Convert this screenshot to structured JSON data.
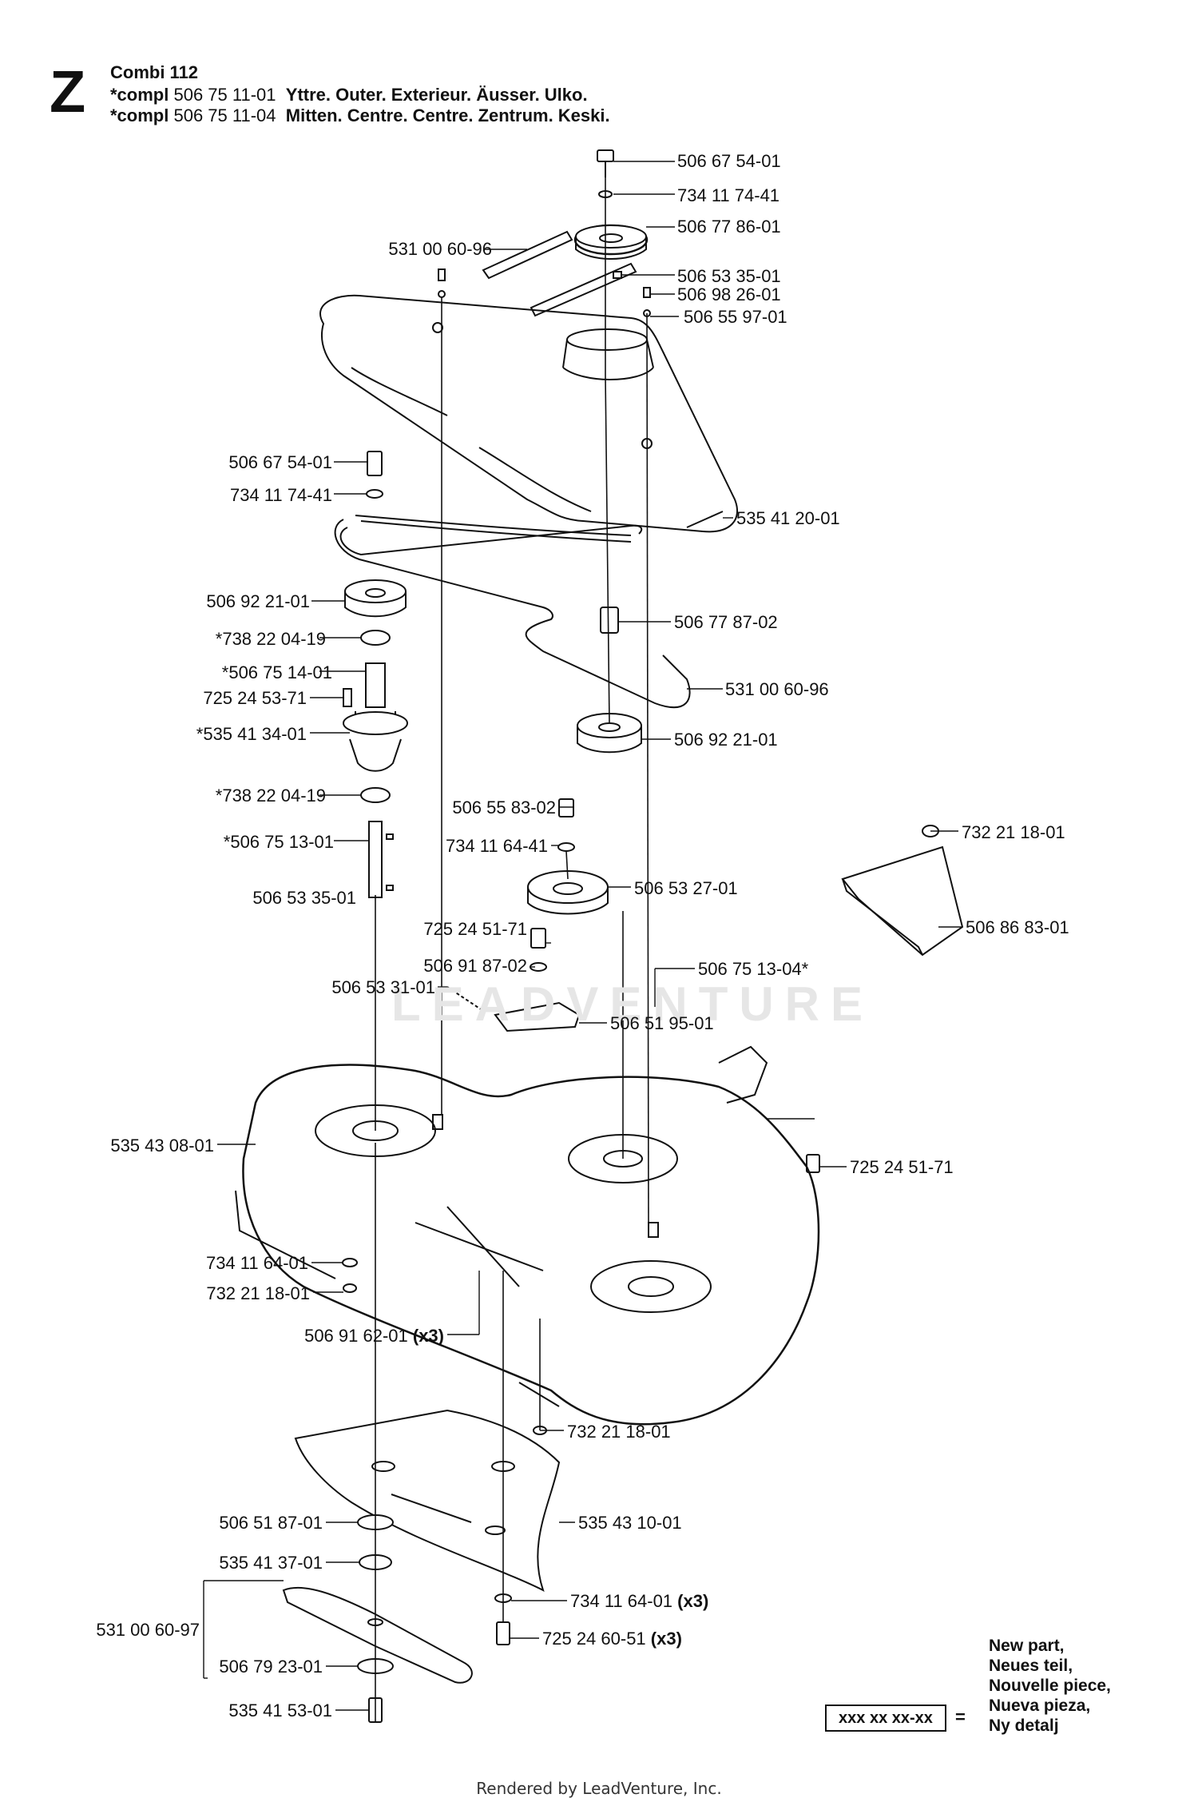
{
  "header": {
    "section": "Z",
    "model": "Combi 112",
    "lines": [
      {
        "prefix": "*compl",
        "part": "506 75 11-01",
        "desc": "Yttre. Outer. Exterieur. Äusser. Ulko."
      },
      {
        "prefix": "*compl",
        "part": "506 75 11-04",
        "desc": "Mitten. Centre. Centre. Zentrum. Keski."
      }
    ]
  },
  "labels": [
    {
      "text": "506 67 54-01"
    },
    {
      "text": "734 11 74-41"
    },
    {
      "text": "506 77 86-01"
    },
    {
      "text": "531 00 60-96"
    },
    {
      "text": "506 53 35-01"
    },
    {
      "text": "506 98 26-01"
    },
    {
      "text": "506 55 97-01"
    },
    {
      "text": "506 67 54-01"
    },
    {
      "text": "734 11 74-41"
    },
    {
      "text": "535 41 20-01"
    },
    {
      "text": "506 92 21-01"
    },
    {
      "text": "*738 22 04-19"
    },
    {
      "text": "*506 75 14-01"
    },
    {
      "text": "725 24 53-71"
    },
    {
      "text": "*535 41 34-01"
    },
    {
      "text": "506 77 87-02"
    },
    {
      "text": "531 00 60-96"
    },
    {
      "text": "506 92 21-01"
    },
    {
      "text": "*738 22 04-19"
    },
    {
      "text": "*506 75 13-01"
    },
    {
      "text": "506 53 35-01"
    },
    {
      "text": "506 55 83-02"
    },
    {
      "text": "734 11 64-41"
    },
    {
      "text": "506 53 27-01"
    },
    {
      "text": "725 24 51-71"
    },
    {
      "text": "506 91 87-02"
    },
    {
      "text": "506 75 13-04*"
    },
    {
      "text": "506 53 31-01"
    },
    {
      "text": "506 51 95-01"
    },
    {
      "text": "732 21 18-01"
    },
    {
      "text": "506 86 83-01"
    },
    {
      "text": "535 43 08-01"
    },
    {
      "text": "725 24 51-71"
    },
    {
      "text": "734 11 64-01"
    },
    {
      "text": "732 21 18-01"
    },
    {
      "text": "506 91 62-01",
      "qty": "(x3)"
    },
    {
      "text": "732 21 18-01"
    },
    {
      "text": "506 51 87-01"
    },
    {
      "text": "535 43 10-01"
    },
    {
      "text": "535 41 37-01"
    },
    {
      "text": "734 11 64-01",
      "qty": "(x3)"
    },
    {
      "text": "531 00 60-97"
    },
    {
      "text": "725 24 60-51",
      "qty": "(x3)"
    },
    {
      "text": "506 79 23-01"
    },
    {
      "text": "535 41 53-01"
    }
  ],
  "legend": {
    "lines": [
      "New part,",
      "Neues teil,",
      "Nouvelle piece,",
      "Nueva pieza,",
      "Ny detalj"
    ],
    "box": "xxx xx xx-xx",
    "equals": "="
  },
  "watermark": "LEADVENTURE",
  "footer": "Rendered by LeadVenture, Inc."
}
